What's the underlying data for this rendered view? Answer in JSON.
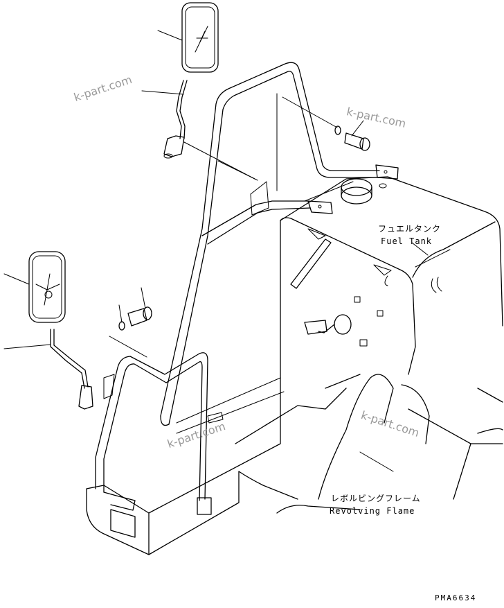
{
  "labels": {
    "fuel_tank_jp": "フュエルタンク",
    "fuel_tank_en": "Fuel Tank",
    "frame_jp": "レボルビングフレーム",
    "frame_en": "Revolving Flame",
    "drawing_code": "PMA6634"
  },
  "watermark": "k-part.com"
}
